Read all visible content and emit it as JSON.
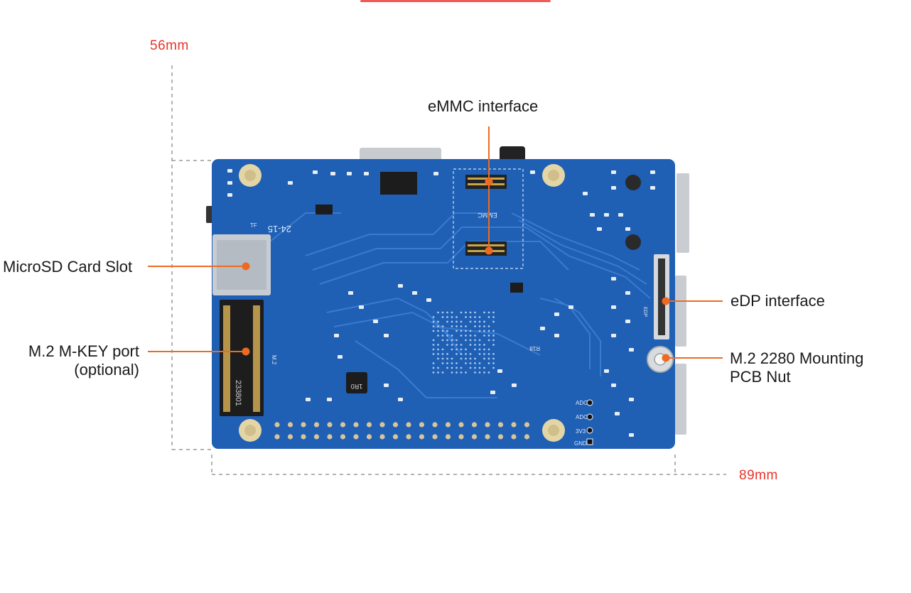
{
  "dimensions": {
    "height": "56mm",
    "width": "89mm"
  },
  "labels": {
    "emmc": "eMMC interface",
    "microsd": "MicroSD Card Slot",
    "m2_line1": "M.2 M-KEY port",
    "m2_line2": "(optional)",
    "edp": "eDP interface",
    "nut_line1": "M.2 2280 Mounting",
    "nut_line2": "PCB Nut"
  },
  "board": {
    "silk_emmc": "EMMC",
    "silk_tf": "TF",
    "silk_edp": "EDP",
    "silk_m2": "M.2",
    "silk_code": "233801",
    "silk_inductor": "1R0",
    "silk_r18": "R18",
    "silk_date": "24-15",
    "pins": [
      "ADC3",
      "ADC2",
      "3V3",
      "GND"
    ]
  },
  "colors": {
    "board": "#1f5fb4",
    "accent": "#e8332a",
    "leader": "#ee6a22"
  }
}
